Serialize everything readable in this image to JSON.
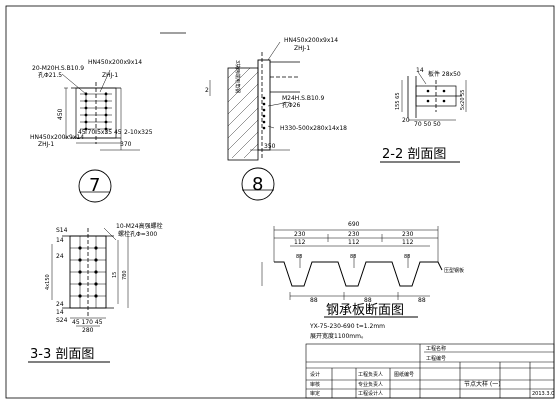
{
  "sheet": {
    "detail7": {
      "label_bolts": "20-M20H.S.B10.9",
      "label_plate": "HN450x200x9x14",
      "label_hole": "孔Φ21.5",
      "label_zhj": "ZHJ-1",
      "label_zhj2": "ZHJ-1",
      "label_beam": "HN450x200x9x14",
      "dim_height": "450",
      "dim_bottom": "45 70 5x35 45",
      "dim_plate": "2-10x325",
      "dim_370": "370",
      "mark": "7"
    },
    "detail8": {
      "label_beam": "HN450x200x9x14",
      "label_zhj": "ZHJ-1",
      "label_conn": "3块两端用角钢",
      "label_bolts": "M24H.S.B10.9",
      "label_hole": "孔Φ26",
      "label_col": "H330-500x280x14x18",
      "dim_350": "350",
      "mark": "8",
      "axis_left": "2"
    },
    "section22": {
      "title": "2-2  剖面图",
      "dim_14": "14",
      "label_plate": "板件 28x50",
      "dim_vert": "155 65",
      "dim_20": "20",
      "dim_bottom": "70 50 50",
      "dim_right": "5x20 55"
    },
    "section33": {
      "title": "3-3  剖面图",
      "label_bolts": "10-M24高强螺栓",
      "label_hole": "螺栓孔Φ=300",
      "dim_s14": "S14",
      "dim_14a": "14",
      "dim_24a": "24",
      "dim_24b": "24",
      "dim_14b": "14",
      "dim_s24": "S24",
      "dim_left": "4x150",
      "dim_mid": "15",
      "dim_right": "780",
      "dim_bot1": "45 170 45",
      "dim_bot2": "280"
    },
    "deck": {
      "dim_690": "690",
      "dims_top": [
        "230",
        "230",
        "230"
      ],
      "dims_mid": [
        "112",
        "112",
        "112"
      ],
      "dim_pitch": [
        "88",
        "88",
        "88"
      ],
      "dims_bottom": [
        "88",
        "88",
        "88"
      ],
      "side_label": "压型钢板",
      "title": "钢承板断面图",
      "spec": "YX-75-230-690 t=1.2mm",
      "note": "展开宽度1100mm。"
    },
    "titleblock": {
      "rows": [
        [
          "设计",
          "",
          "工程负责人",
          ""
        ],
        [
          "审核",
          "",
          "专业负责人",
          ""
        ],
        [
          "审定",
          "",
          "工程设计人",
          ""
        ]
      ],
      "col_mid": "图纸编号",
      "right_labels": [
        "工程名称",
        "工程编号"
      ],
      "right_bottom": "节点大样 (一)",
      "date": "2013.3.0"
    }
  }
}
